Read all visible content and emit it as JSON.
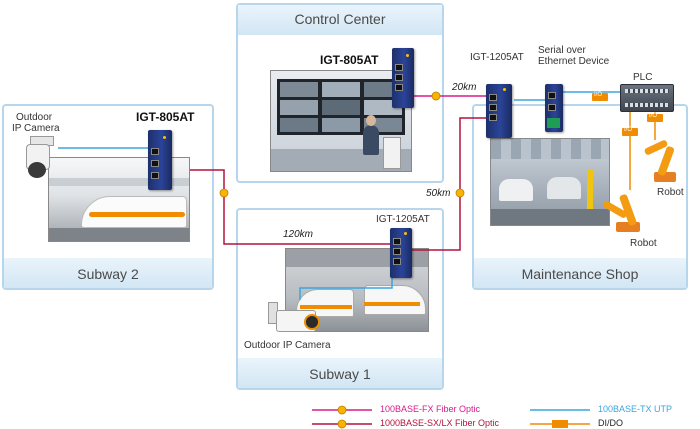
{
  "panels": {
    "control_center": "Control Center",
    "subway2": "Subway 2",
    "subway1": "Subway 1",
    "maintenance": "Maintenance Shop"
  },
  "devices": {
    "cc_switch": "IGT-805AT",
    "s2_switch": "IGT-805AT",
    "s1_switch": "IGT-1205AT",
    "ms_switch": "IGT-1205AT",
    "serial_line1": "Serial over",
    "serial_line2": "Ethernet Device",
    "plc": "PLC"
  },
  "endpoints": {
    "s2_camera_line1": "Outdoor",
    "s2_camera_line2": "IP Camera",
    "s1_camera": "Outdoor IP Camera",
    "robot1": "Robot",
    "robot2": "Robot"
  },
  "distances": {
    "d20": "20km",
    "d50": "50km",
    "d120": "120km"
  },
  "badges": {
    "io": "I/O"
  },
  "legend": {
    "fx": "100BASE-FX Fiber Optic",
    "sxlx": "1000BASE-SX/LX Fiber Optic",
    "tx": "100BASE-TX UTP",
    "dido": "DI/DO"
  },
  "colors": {
    "fx": "#d81b8c",
    "sxlx": "#b3123c",
    "tx": "#3aa6dd",
    "dido": "#f08c00",
    "panel_border": "#b7d6ec",
    "device": "#2b4499"
  }
}
